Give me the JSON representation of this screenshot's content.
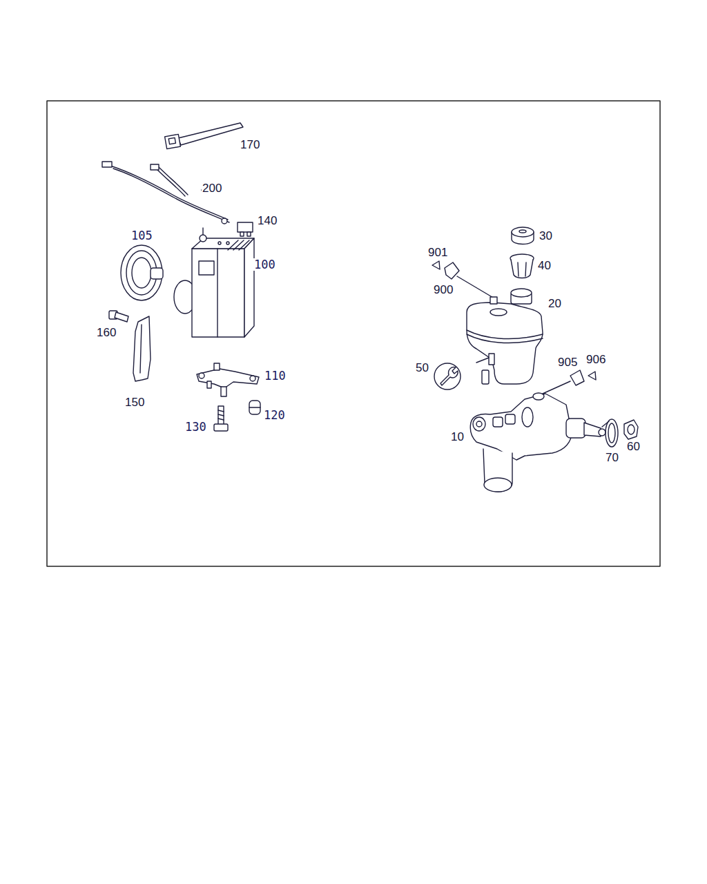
{
  "diagram": {
    "labels": [
      "170",
      "200",
      "140",
      "105",
      "100",
      "160",
      "150",
      "110",
      "120",
      "130",
      "30",
      "40",
      "901",
      "900",
      "20",
      "50",
      "905",
      "906",
      "10",
      "70",
      "60"
    ]
  }
}
